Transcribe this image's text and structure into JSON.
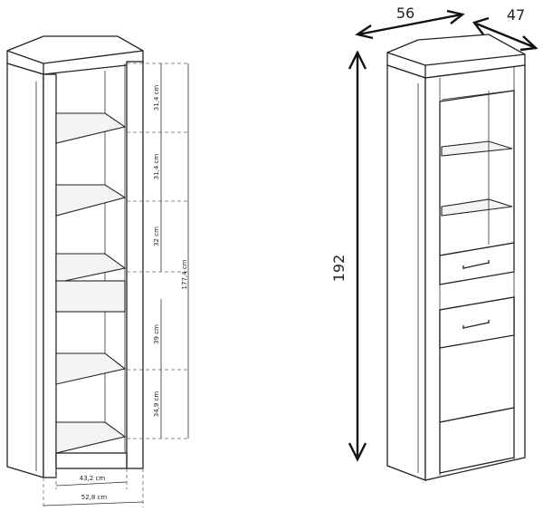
{
  "left_view": {
    "shelf_gaps": [
      "31,4 cm",
      "31,4 cm",
      "32 cm",
      "39 cm",
      "34,9 cm"
    ],
    "inner_height": "177,4 cm",
    "inner_width": "43,2 cm",
    "outer_width": "52,8 cm"
  },
  "right_view": {
    "width": "56",
    "depth": "47",
    "height": "192"
  }
}
